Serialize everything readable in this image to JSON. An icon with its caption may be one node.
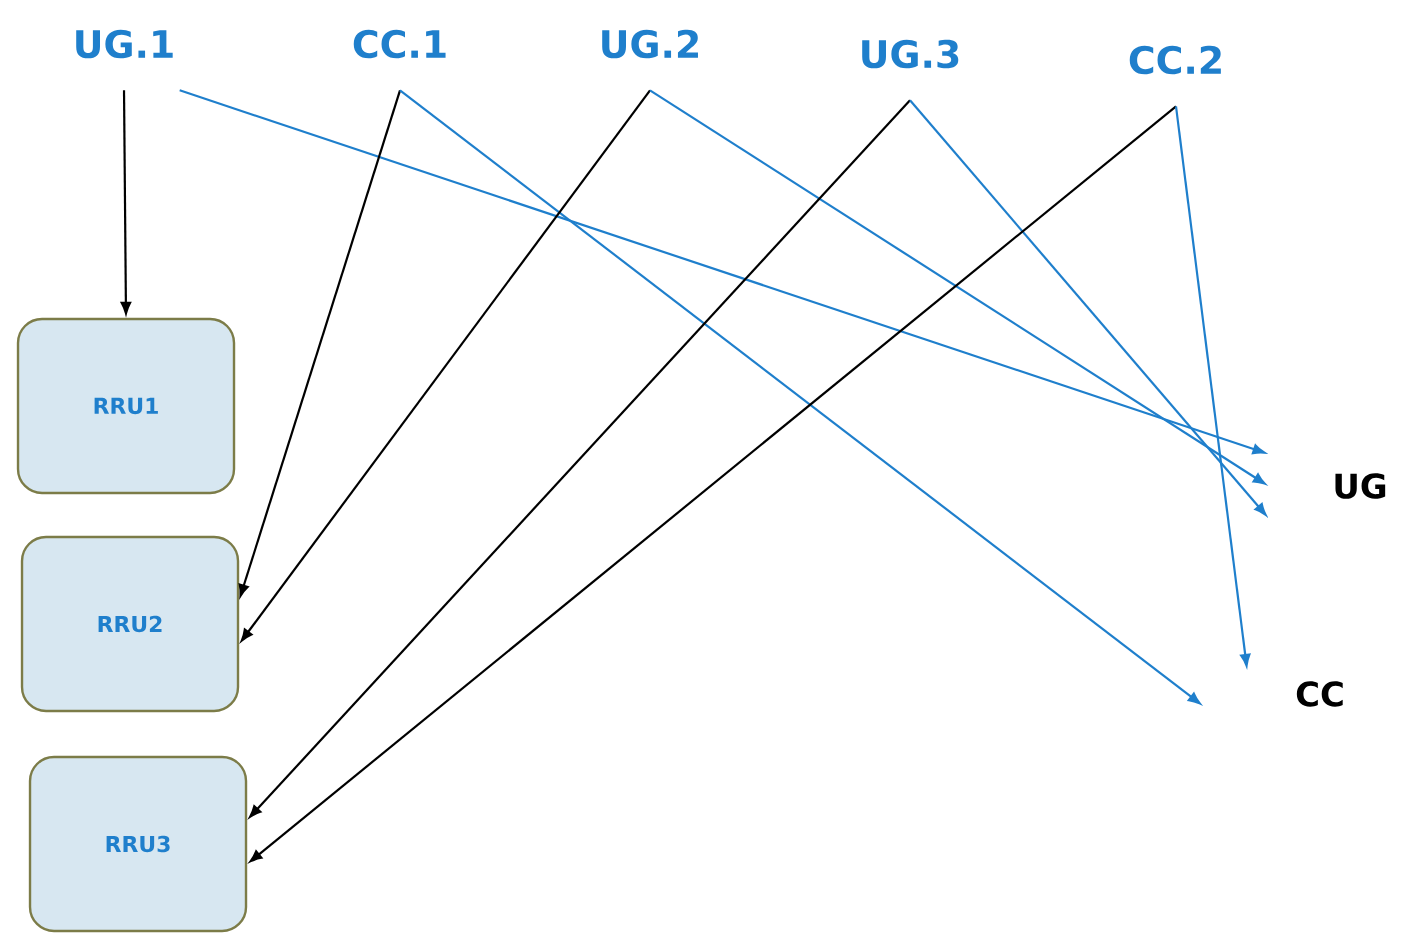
{
  "diagram": {
    "nodes": [
      {
        "text": [
          "UG.1"
        ]
      },
      {
        "text": [
          "CC.1"
        ]
      },
      {
        "text": [
          "UG.2"
        ]
      },
      {
        "text": [
          "UG.3"
        ]
      },
      {
        "text": [
          "CC.2"
        ]
      },
      {
        "text": [
          "RRU1"
        ]
      },
      {
        "text": [
          "RRU2"
        ]
      },
      {
        "text": [
          "RRU3"
        ]
      },
      {
        "text": [
          "UG"
        ]
      },
      {
        "text": [
          "CC"
        ]
      }
    ],
    "edges": [
      {
        "from": 0,
        "to": 5,
        "arrow": "to"
      },
      {
        "from": 0,
        "to": 8,
        "arrow": "to",
        "color": "#1f7fcc"
      },
      {
        "from": 1,
        "to": 6,
        "arrow": "to"
      },
      {
        "from": 1,
        "to": 9,
        "arrow": "to",
        "color": "#1f7fcc"
      },
      {
        "from": 2,
        "to": 6,
        "arrow": "to"
      },
      {
        "from": 2,
        "to": 8,
        "arrow": "to",
        "color": "#1f7fcc"
      },
      {
        "from": 3,
        "to": 7,
        "arrow": "to"
      },
      {
        "from": 3,
        "to": 8,
        "arrow": "to",
        "color": "#1f7fcc"
      },
      {
        "from": 4,
        "to": 7,
        "arrow": "to"
      },
      {
        "from": 4,
        "to": 9,
        "arrow": "to",
        "color": "#1f7fcc"
      }
    ]
  }
}
